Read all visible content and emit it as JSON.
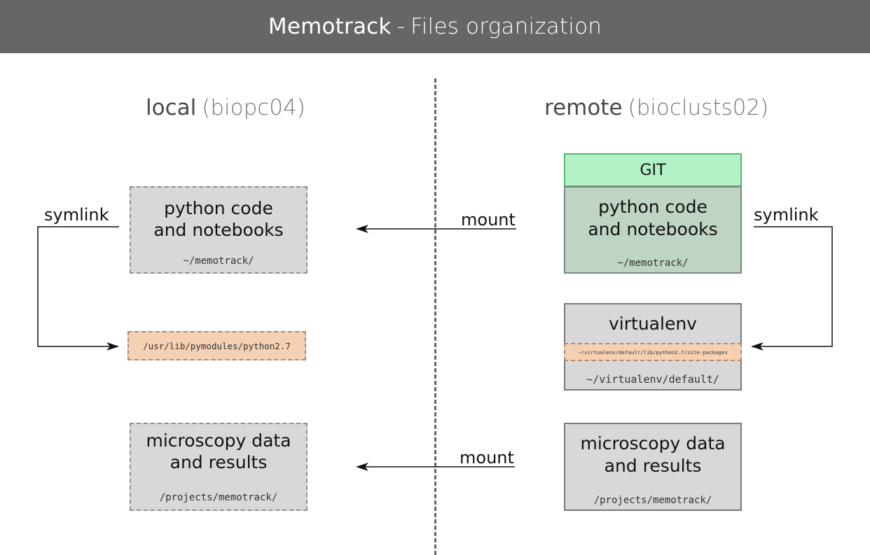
{
  "header": {
    "title_strong": "Memotrack",
    "title_sep": "-",
    "title_rest": "Files organization"
  },
  "columns": {
    "local": {
      "name": "local",
      "host": "(biopc04)"
    },
    "remote": {
      "name": "remote",
      "host": "(bioclusts02)"
    }
  },
  "local": {
    "code_box": {
      "line1": "python code",
      "line2": "and notebooks",
      "path": "~/memotrack/"
    },
    "pymodules_path": "/usr/lib/pymodules/python2.7",
    "data_box": {
      "line1": "microscopy data",
      "line2": "and results",
      "path": "/projects/memotrack/"
    },
    "symlink_label": "symlink"
  },
  "remote": {
    "git_label": "GIT",
    "code_box": {
      "line1": "python code",
      "line2": "and notebooks",
      "path": "~/memotrack/"
    },
    "venv_box": {
      "title": "virtualenv",
      "site_packages": "~/virtualenv/default/lib/python2.7/site-packages",
      "path": "~/virtualenv/default/"
    },
    "data_box": {
      "line1": "microscopy data",
      "line2": "and results",
      "path": "/projects/memotrack/"
    },
    "symlink_label": "symlink"
  },
  "links": {
    "mount_code_label": "mount",
    "mount_data_label": "mount"
  }
}
